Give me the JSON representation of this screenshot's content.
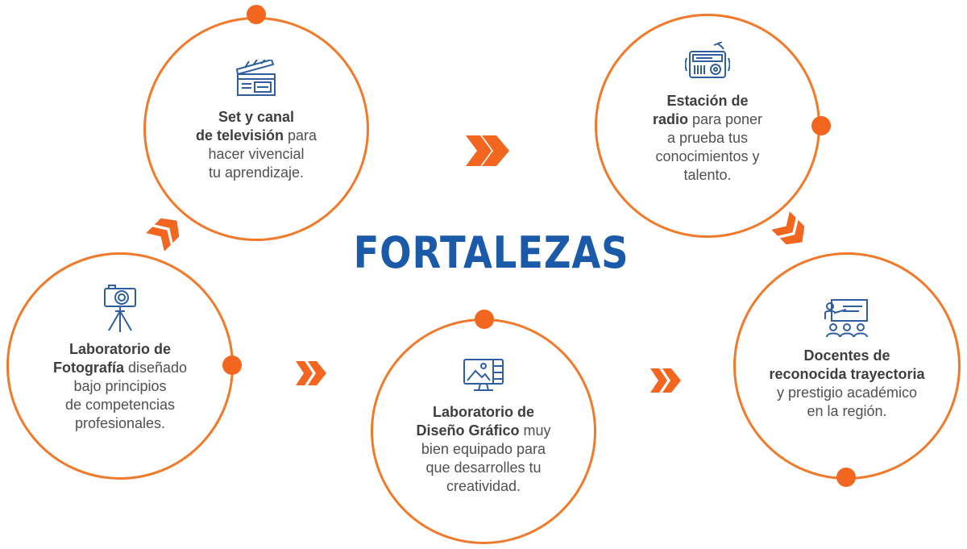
{
  "title": "FORTALEZAS",
  "colors": {
    "accent": "#f07a2a",
    "title": "#1a5aa8",
    "icon": "#2f5f9f"
  },
  "items": [
    {
      "icon": "clapperboard-icon",
      "bold_1": "Set y canal",
      "bold_2": "de televisión",
      "normal_1": " para",
      "normal_2": "hacer vivencial",
      "normal_3": "tu aprendizaje."
    },
    {
      "icon": "radio-icon",
      "bold_1": "Estación de",
      "bold_2": "radio",
      "normal_1": " para poner",
      "normal_2": "a prueba tus",
      "normal_3": "conocimientos y",
      "normal_4": "talento."
    },
    {
      "icon": "camera-tripod-icon",
      "bold_1": "Laboratorio de",
      "bold_2": "Fotografía",
      "normal_1": " diseñado",
      "normal_2": "bajo principios",
      "normal_3": "de competencias",
      "normal_4": "profesionales."
    },
    {
      "icon": "monitor-design-icon",
      "bold_1": "Laboratorio de",
      "bold_2": "Diseño Gráfico",
      "normal_1": " muy",
      "normal_2": "bien equipado para",
      "normal_3": "que desarrolles tu",
      "normal_4": "creatividad."
    },
    {
      "icon": "teacher-presentation-icon",
      "bold_1": "Docentes de",
      "bold_2": "reconocida trayectoria",
      "normal_1": "y prestigio académico",
      "normal_2": "en la región."
    }
  ]
}
